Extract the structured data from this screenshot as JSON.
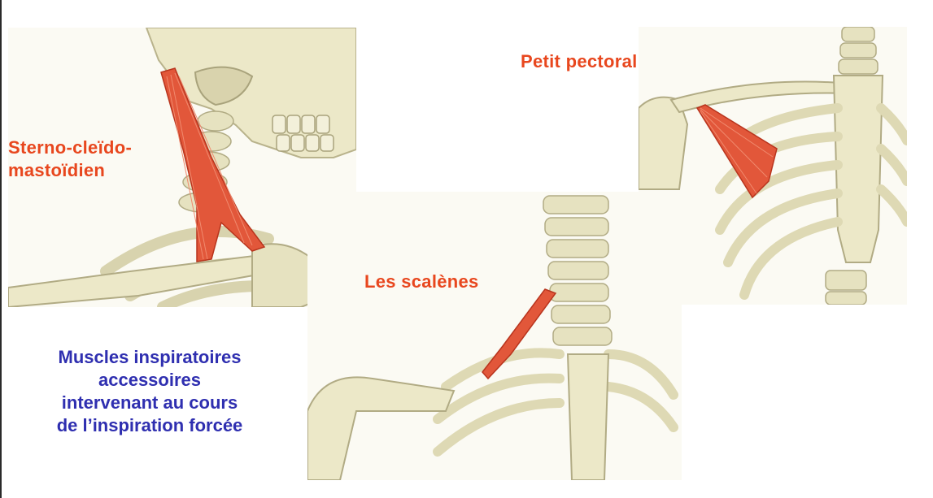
{
  "labels": {
    "scm_line1": "Sterno-cleïdo-",
    "scm_line2": "mastoïdien",
    "pectoral": "Petit pectoral",
    "scalenes": "Les scalènes"
  },
  "caption": {
    "lines": [
      "Muscles inspiratoires",
      "accessoires",
      "intervenant au cours",
      "de l’inspiration forcée"
    ]
  },
  "colors": {
    "label_red": "#e8471e",
    "caption_blue": "#2f2fb0",
    "bone": "#ece8c8",
    "bone_shadow": "#cfc9a1",
    "muscle": "#e2573a"
  }
}
